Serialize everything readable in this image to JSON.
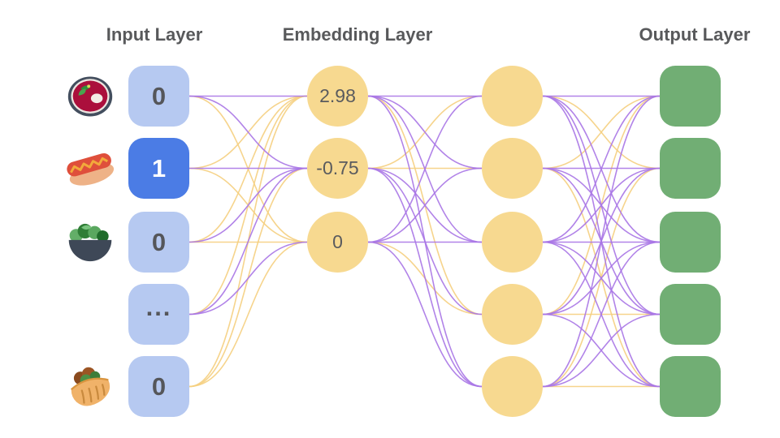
{
  "titles": {
    "input": "Input Layer",
    "embedding": "Embedding Layer",
    "output": "Output Layer"
  },
  "colors": {
    "input_node": "#b6c9f1",
    "input_node_selected": "#4b7ce5",
    "input_text": "#55565a",
    "input_text_selected": "#ffffff",
    "embedding_node": "#f7d990",
    "hidden_node": "#f7d990",
    "output_node": "#71ae74",
    "title_text": "#58595b",
    "edge_purple": "#a875e6",
    "edge_yellow": "#f5cf80"
  },
  "input_layer": {
    "nodes": [
      {
        "value": "0",
        "icon": "borscht-icon",
        "selected": false
      },
      {
        "value": "1",
        "icon": "hotdog-icon",
        "selected": true
      },
      {
        "value": "0",
        "icon": "salad-icon",
        "selected": false
      },
      {
        "value": "...",
        "icon": "",
        "selected": false
      },
      {
        "value": "0",
        "icon": "pita-icon",
        "selected": false
      }
    ]
  },
  "embedding_layer": {
    "nodes": [
      {
        "value": "2.98"
      },
      {
        "value": "-0.75"
      },
      {
        "value": "0"
      }
    ]
  },
  "hidden_layer": {
    "nodes": [
      {
        "value": ""
      },
      {
        "value": ""
      },
      {
        "value": ""
      },
      {
        "value": ""
      },
      {
        "value": ""
      }
    ]
  },
  "output_layer": {
    "nodes": [
      {
        "value": ""
      },
      {
        "value": ""
      },
      {
        "value": ""
      },
      {
        "value": ""
      },
      {
        "value": ""
      }
    ]
  },
  "edges": {
    "input_to_embedding": [
      [
        "purple",
        "purple",
        "yellow"
      ],
      [
        "yellow",
        "purple",
        "yellow"
      ],
      [
        "yellow",
        "purple",
        "yellow"
      ],
      [
        "yellow",
        "purple",
        "purple"
      ],
      [
        "yellow",
        "yellow",
        "yellow"
      ]
    ],
    "embedding_to_hidden": [
      [
        "purple",
        "purple",
        "purple",
        "yellow",
        "purple"
      ],
      [
        "yellow",
        "yellow",
        "purple",
        "purple",
        "purple"
      ],
      [
        "purple",
        "purple",
        "purple",
        "yellow",
        "purple"
      ]
    ],
    "hidden_to_output": [
      [
        "purple",
        "yellow",
        "purple",
        "purple",
        "purple"
      ],
      [
        "yellow",
        "purple",
        "purple",
        "purple",
        "yellow"
      ],
      [
        "purple",
        "purple",
        "purple",
        "purple",
        "purple"
      ],
      [
        "yellow",
        "purple",
        "purple",
        "yellow",
        "purple"
      ],
      [
        "purple",
        "yellow",
        "purple",
        "purple",
        "yellow"
      ]
    ]
  }
}
